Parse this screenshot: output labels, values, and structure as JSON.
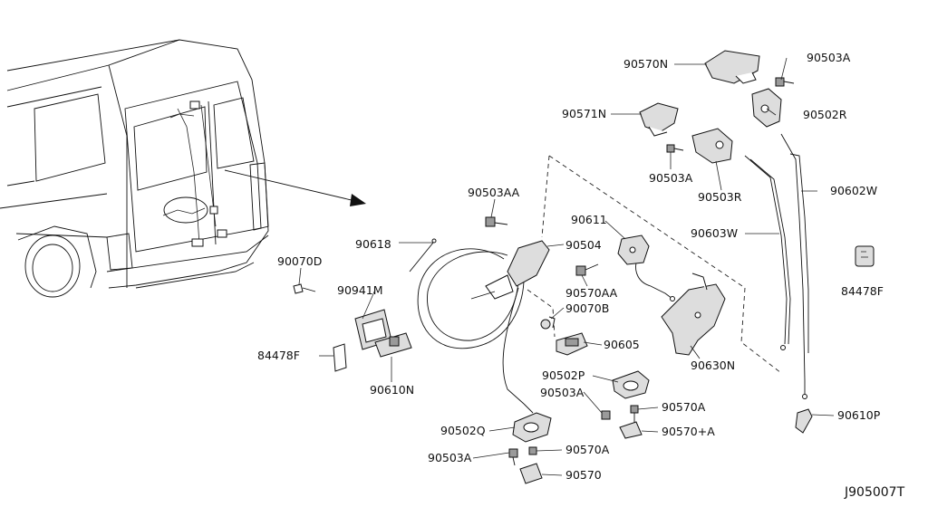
{
  "diagram": {
    "drawing_code": "J905007T",
    "part_labels": {
      "p90570N": "90570N",
      "p90503A_top": "90503A",
      "p90571N": "90571N",
      "p90502R": "90502R",
      "p90503A_mid": "90503A",
      "p90503R": "90503R",
      "p90602W": "90602W",
      "p90503AA": "90503AA",
      "p90611": "90611",
      "p90618": "90618",
      "p90504": "90504",
      "p90603W": "90603W",
      "p90070D": "90070D",
      "p84478F_right": "84478F",
      "p90941M": "90941M",
      "p90570AA": "90570AA",
      "p90070B": "90070B",
      "p90605": "90605",
      "p84478F_left": "84478F",
      "p90630N": "90630N",
      "p90610N": "90610N",
      "p90502P": "90502P",
      "p90503A_low": "90503A",
      "p90570A_right": "90570A",
      "p90610P": "90610P",
      "p90502Q": "90502Q",
      "p90570plusA": "90570+A",
      "p90503A_bottom": "90503A",
      "p90570A_bottom": "90570A",
      "p90570": "90570"
    }
  }
}
